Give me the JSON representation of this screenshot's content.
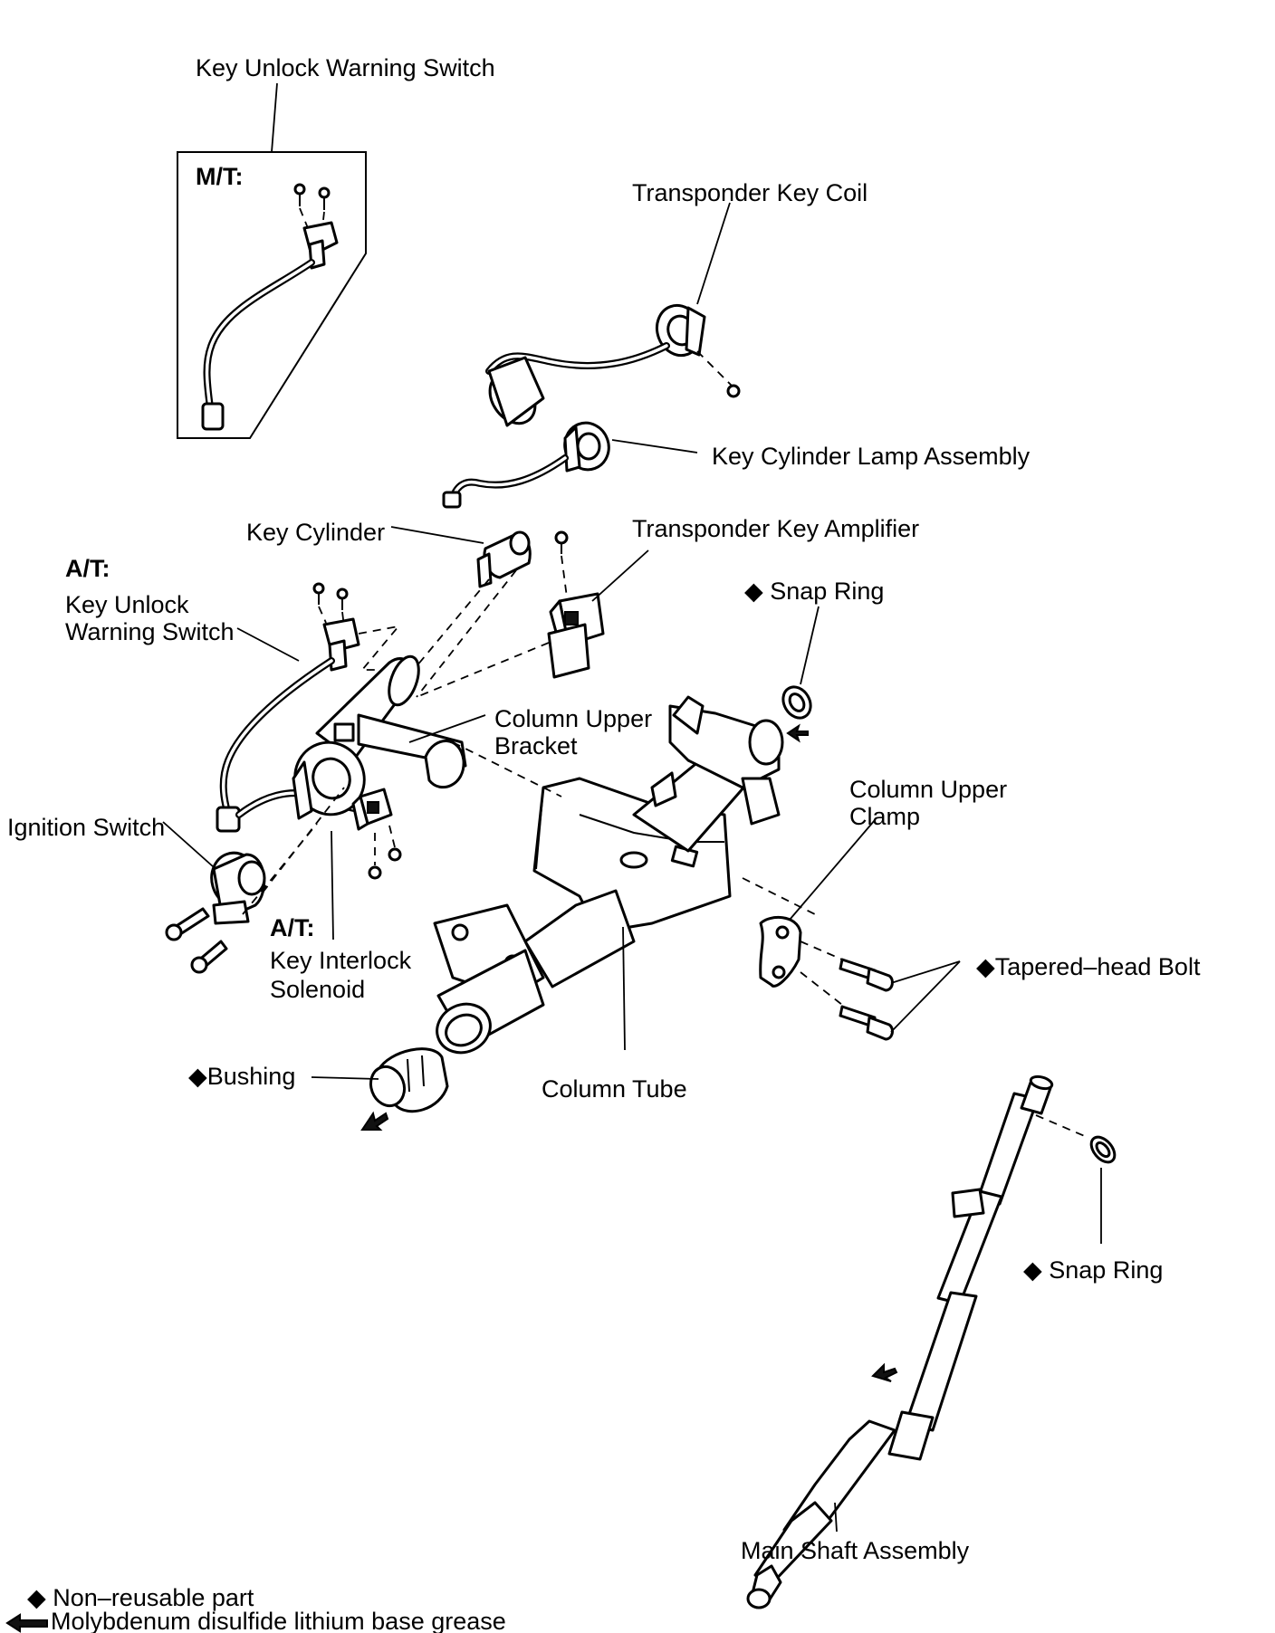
{
  "labels": {
    "key_unlock_warning_switch_mt": "Key Unlock Warning Switch",
    "mt_tag": "M/T:",
    "transponder_key_coil": "Transponder Key Coil",
    "key_cylinder_lamp_assembly": "Key Cylinder Lamp Assembly",
    "key_cylinder": "Key Cylinder",
    "transponder_key_amplifier": "Transponder Key Amplifier",
    "at_tag_1": "A/T:",
    "key_unlock_line1": "Key Unlock",
    "key_unlock_line2": "Warning Switch",
    "snap_ring_upper": "◆ Snap Ring",
    "column_upper_bracket_line1": "Column Upper",
    "column_upper_bracket_line2": "Bracket",
    "column_upper_clamp_line1": "Column Upper",
    "column_upper_clamp_line2": "Clamp",
    "ignition_switch": "Ignition Switch",
    "at_tag_2": "A/T:",
    "key_interlock_line1": "Key Interlock",
    "key_interlock_line2": "Solenoid",
    "tapered_head_bolt": "◆Tapered–head Bolt",
    "bushing": "◆Bushing",
    "column_tube": "Column Tube",
    "snap_ring_lower": "◆ Snap Ring",
    "main_shaft_assembly": "Main Shaft Assembly"
  },
  "legend": {
    "non_reusable": "◆ Non–reusable part",
    "grease": "Molybdenum disulfide lithium base grease"
  }
}
